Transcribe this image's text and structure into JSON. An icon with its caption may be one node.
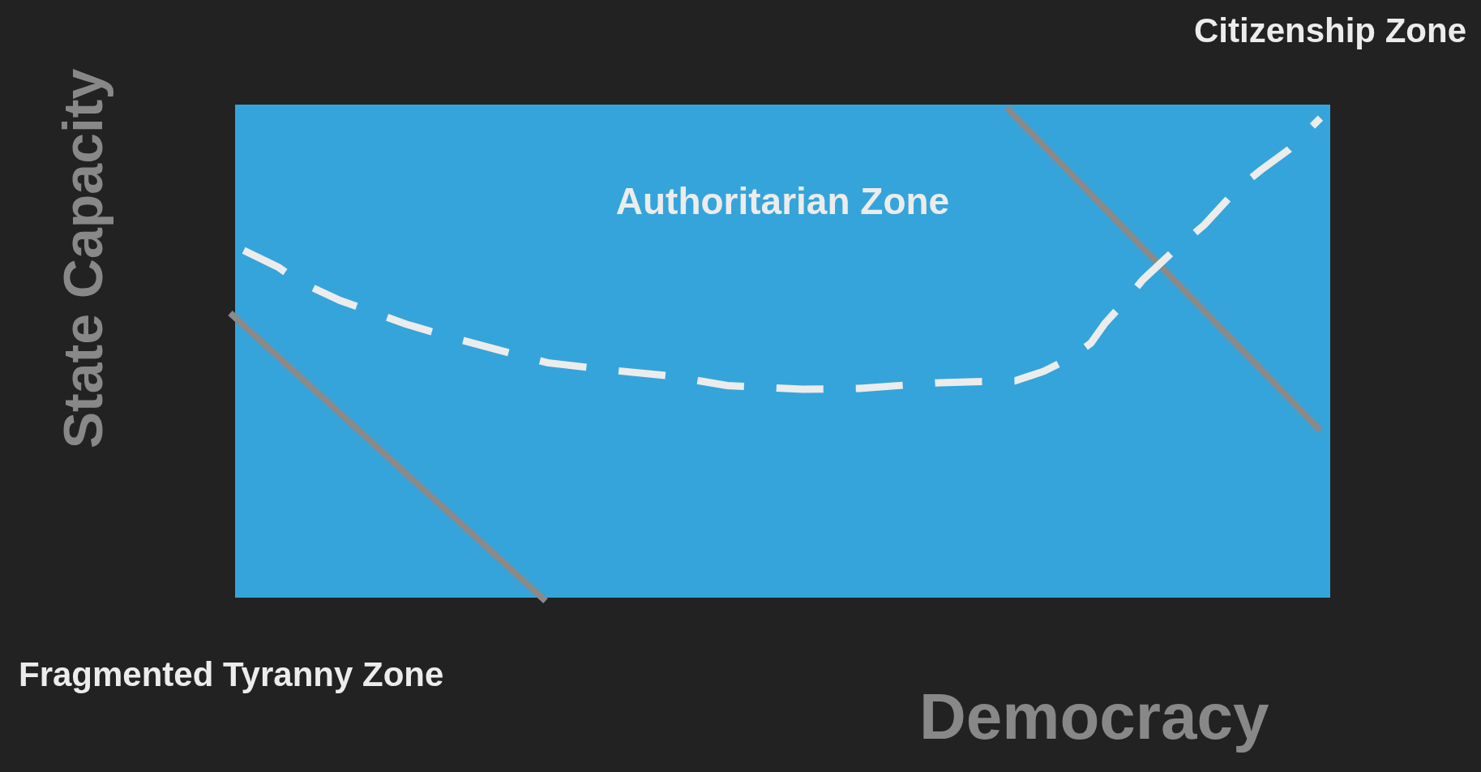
{
  "diagram": {
    "nodes": [
      {
        "text": [
          "Authoritarian Zone"
        ]
      }
    ],
    "labels": [
      "Citizenship Zone",
      "State Capacity",
      "Fragmented Tyranny Zone",
      "Democracy"
    ]
  }
}
